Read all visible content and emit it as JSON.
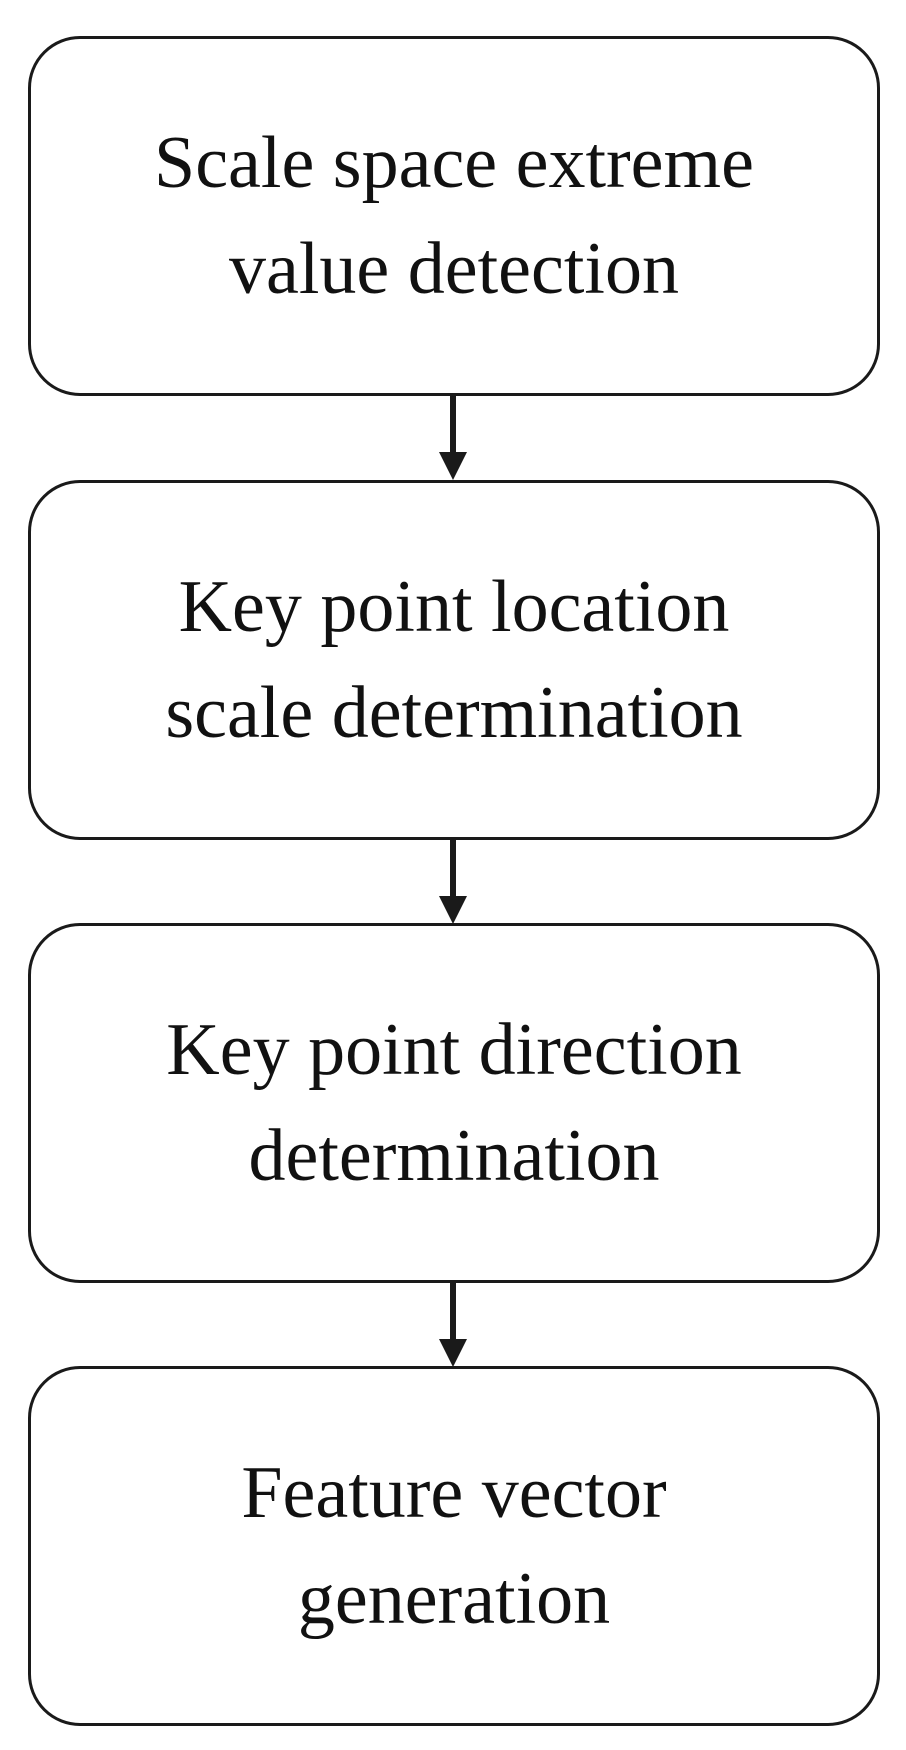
{
  "flowchart": {
    "steps": [
      {
        "lines": [
          "Scale space extreme",
          "value detection"
        ]
      },
      {
        "lines": [
          "Key point location",
          "scale determination"
        ]
      },
      {
        "lines": [
          "Key point direction",
          "determination"
        ]
      },
      {
        "lines": [
          "Feature vector",
          "generation"
        ]
      }
    ],
    "colors": {
      "stroke": "#1a1a1a",
      "text": "#111111",
      "background": "#ffffff"
    }
  }
}
